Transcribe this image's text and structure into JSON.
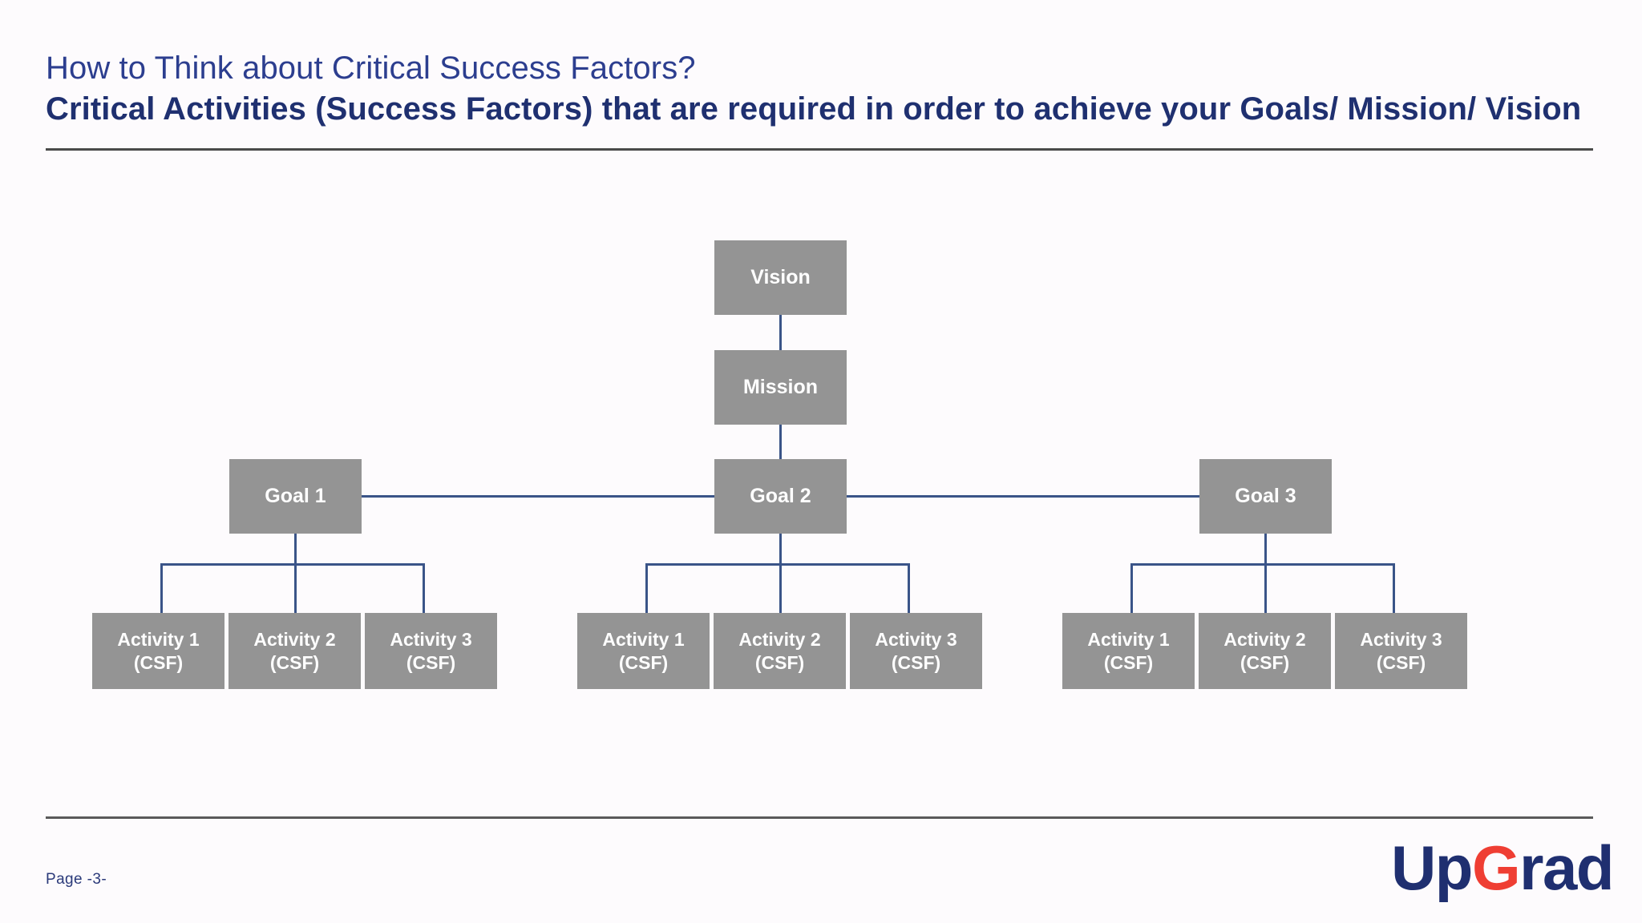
{
  "slide": {
    "page_label": "Page  -3-",
    "background": "#fdfbfd",
    "rule_color": "#4a4a4a"
  },
  "header": {
    "title_line1": "How to Think about Critical Success Factors?",
    "title_line2": "Critical Activities (Success Factors) that are required in order to achieve your Goals/ Mission/ Vision",
    "title_color": "#2c3e8f",
    "subtitle_color": "#1f3070"
  },
  "logo": {
    "part1": "Up",
    "part2": "G",
    "part3": "rad",
    "navy": "#1f2f70",
    "red": "#ef3e33"
  },
  "diagram": {
    "node_fill": "#949494",
    "node_text": "#ffffff",
    "connector_color": "#3a5488",
    "vision": {
      "label": "Vision"
    },
    "mission": {
      "label": "Mission"
    },
    "goals": [
      {
        "label": "Goal 1"
      },
      {
        "label": "Goal 2"
      },
      {
        "label": "Goal 3"
      }
    ],
    "activity_groups": [
      {
        "goal": "Goal 1",
        "activities": [
          {
            "line1": "Activity 1",
            "line2": "(CSF)"
          },
          {
            "line1": "Activity 2",
            "line2": "(CSF)"
          },
          {
            "line1": "Activity 3",
            "line2": "(CSF)"
          }
        ]
      },
      {
        "goal": "Goal 2",
        "activities": [
          {
            "line1": "Activity 1",
            "line2": "(CSF)"
          },
          {
            "line1": "Activity 2",
            "line2": "(CSF)"
          },
          {
            "line1": "Activity 3",
            "line2": "(CSF)"
          }
        ]
      },
      {
        "goal": "Goal 3",
        "activities": [
          {
            "line1": "Activity 1",
            "line2": "(CSF)"
          },
          {
            "line1": "Activity 2",
            "line2": "(CSF)"
          },
          {
            "line1": "Activity 3",
            "line2": "(CSF)"
          }
        ]
      }
    ]
  }
}
